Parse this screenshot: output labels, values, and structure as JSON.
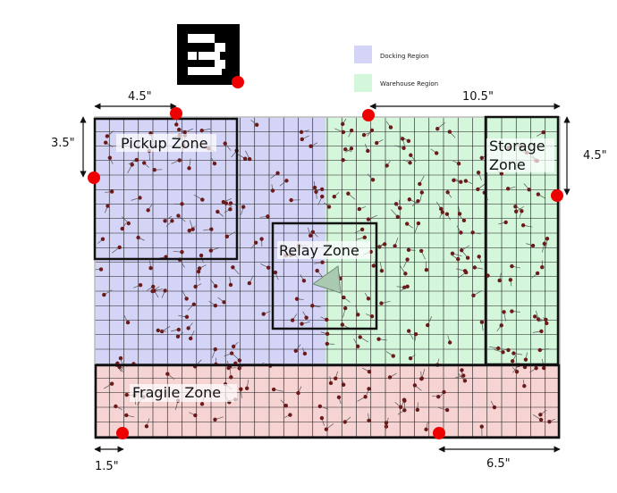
{
  "colors": {
    "docking": "#d4d4f7",
    "warehouse": "#d4f7dc",
    "fragile": "#f7d4d4",
    "grid": "#1a1a1a",
    "marker": "#ee0000",
    "robot": "#6b1a1a",
    "relay_triangle": "#a9c9b0"
  },
  "legend": [
    {
      "label": "Docking Region",
      "color": "#d4d4f7"
    },
    {
      "label": "Warehouse Region",
      "color": "#d4f7dc"
    }
  ],
  "zones": {
    "pickup": "Pickup Zone",
    "relay": "Relay Zone",
    "storage_line1": "Storage",
    "storage_line2": "Zone",
    "fragile": "Fragile Zone"
  },
  "dimensions": {
    "top_left": "4.5\"",
    "top_right": "10.5\"",
    "left": "3.5\"",
    "right": "4.5\"",
    "bottom_left": "1.5\"",
    "bottom_right": "6.5\""
  },
  "fiducial_icon": "aruco-marker-icon"
}
